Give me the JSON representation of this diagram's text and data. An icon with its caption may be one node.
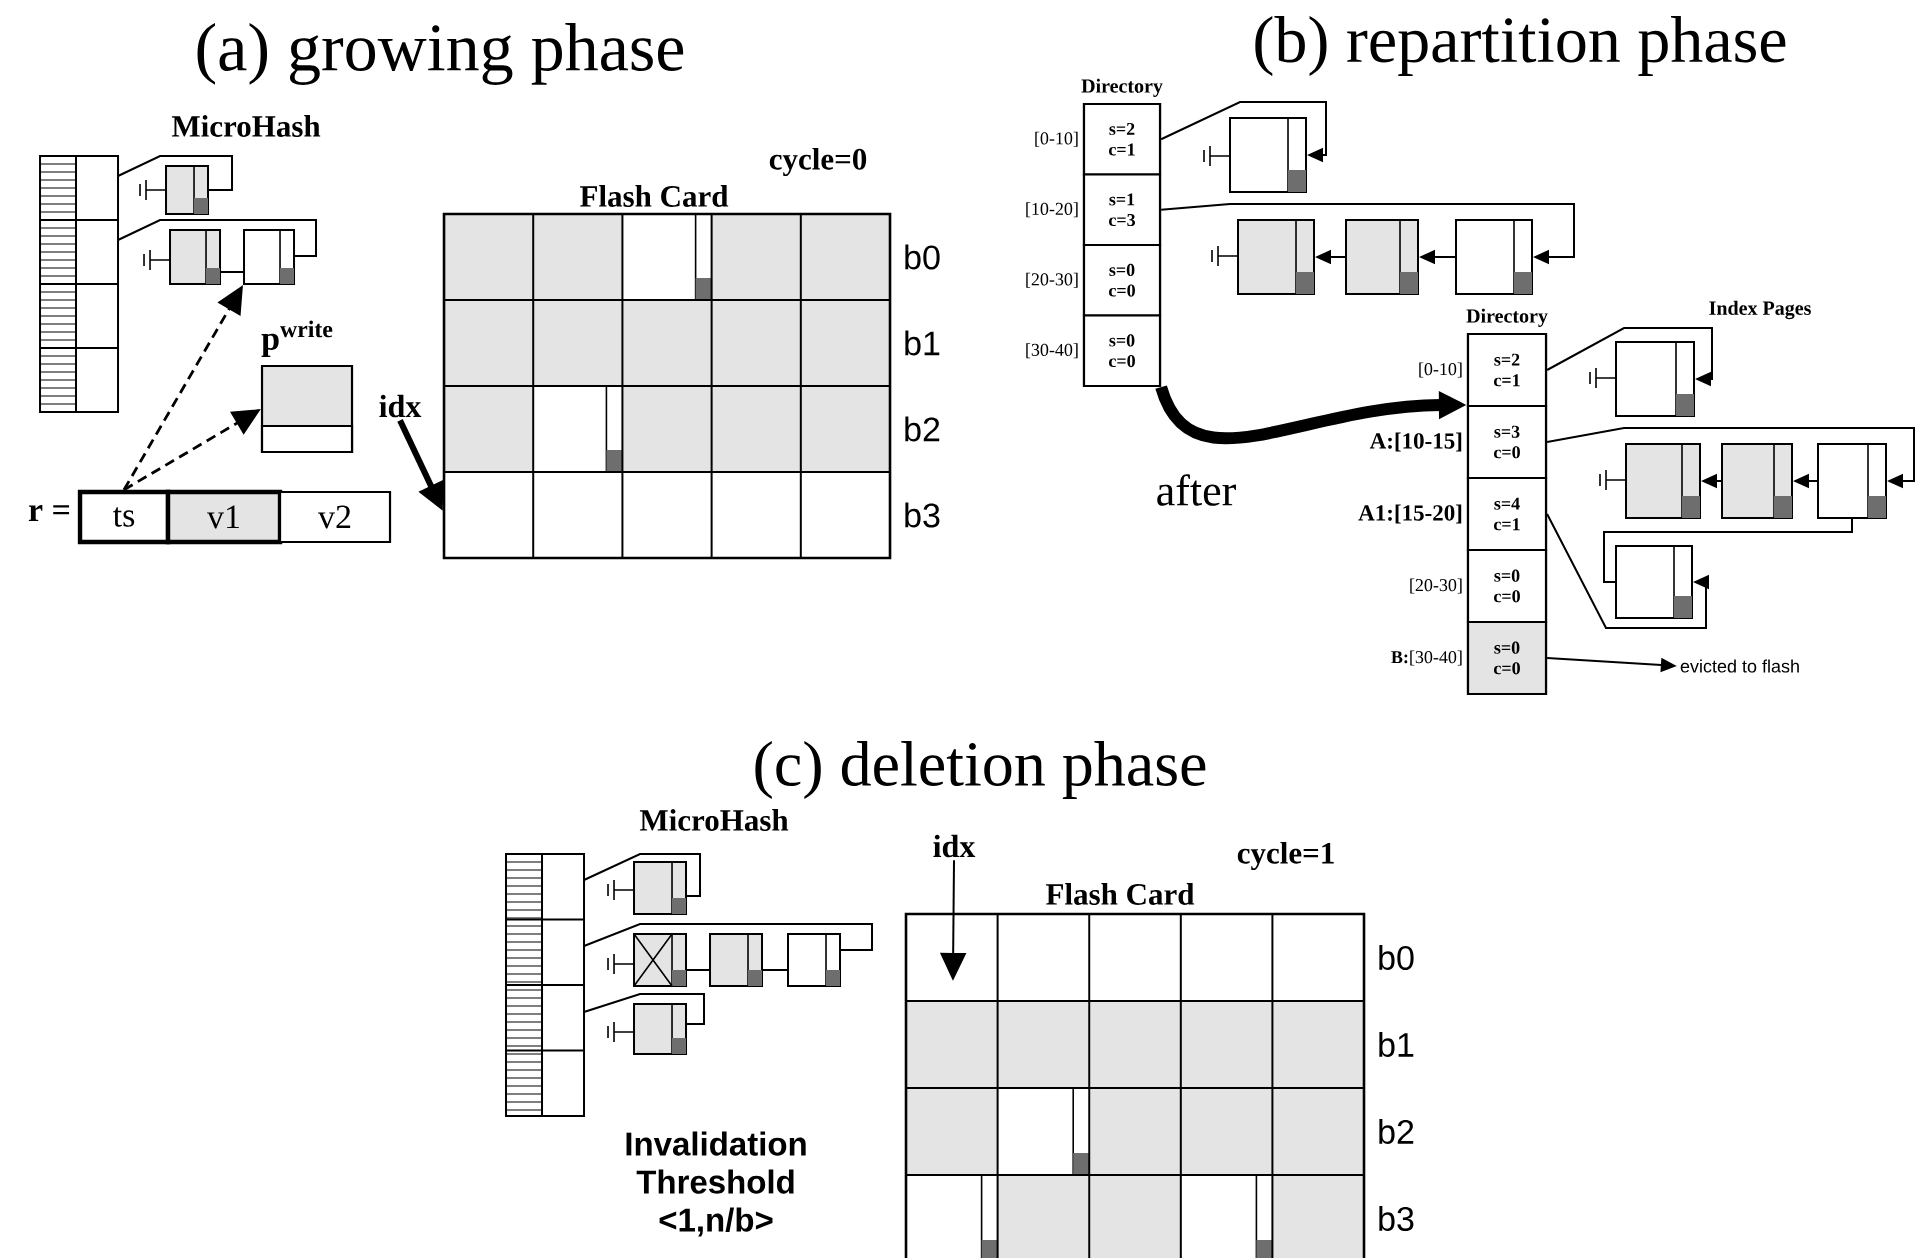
{
  "diagram": {
    "nodes": [
      {
        "text": [],
        "shape": "box"
      },
      {
        "text": [
          "p$^{write}$"
        ]
      },
      {
        "text": [
          "idx"
        ]
      },
      {
        "text": [
          "Flash Card"
        ],
        "beside": [
          "b0",
          "b1",
          "b2",
          "b3"
        ]
      },
      {
        "text": [
          "ts"
        ],
        "beside": [
          "r ="
        ]
      },
      {
        "text": [
          "v1"
        ]
      },
      {
        "text": [
          "v2"
        ]
      },
      {
        "text": [
          "Directory"
        ]
      },
      {
        "text": [
          "s=2 c=1"
        ],
        "in": 7,
        "beside": [
          "[0-10]"
        ]
      },
      {
        "text": [
          "s=1 c=3"
        ],
        "in": 7,
        "beside": [
          "[10-20]"
        ]
      },
      {
        "text": [
          "s=0 c=0"
        ],
        "in": 7,
        "beside": [
          "[20-30]"
        ]
      },
      {
        "text": [
          "s=0 c=0"
        ],
        "in": 7,
        "beside": [
          "[30-40]"
        ]
      },
      {
        "text": [],
        "shape": "box"
      },
      {
        "text": [],
        "shape": "box"
      },
      {
        "text": [],
        "shape": "box"
      },
      {
        "text": [],
        "shape": "box"
      },
      {
        "text": [
          "Directory"
        ]
      },
      {
        "text": [
          "s=2 c=1"
        ],
        "in": 16,
        "beside": [
          "[0-10]"
        ]
      },
      {
        "text": [
          "s=3 c=0"
        ],
        "in": 16,
        "beside": [
          "**A:[10-15]**"
        ]
      },
      {
        "text": [
          "s=4 c=1"
        ],
        "in": 16,
        "beside": [
          "**A1:[15-20]**"
        ]
      },
      {
        "text": [
          "s=0 c=0"
        ],
        "in": 16,
        "beside": [
          "[20-30]"
        ]
      },
      {
        "text": [
          "s=0 c=0"
        ],
        "in": 16,
        "beside": [
          "**B:**[30-40]"
        ]
      },
      {
        "text": [],
        "shape": "box"
      },
      {
        "text": [],
        "shape": "box"
      },
      {
        "text": [],
        "shape": "box"
      },
      {
        "text": [],
        "shape": "box"
      },
      {
        "text": [],
        "shape": "box"
      },
      {
        "text": [
          "evicted to flash"
        ]
      },
      {
        "text": [
          "idx"
        ]
      },
      {
        "text": [
          "Flash Card"
        ],
        "beside": [
          "b0",
          "b1",
          "b2",
          "b3"
        ]
      }
    ],
    "edges": [
      {
        "from": 4,
        "to": 0,
        "arrow": "to",
        "style": "dashed"
      },
      {
        "from": 4,
        "to": 1,
        "arrow": "to",
        "style": "dashed"
      },
      {
        "from": 2,
        "to": 3,
        "arrow": "to",
        "style": "thick"
      },
      {
        "from": 8,
        "to": 12,
        "arrow": "to"
      },
      {
        "from": 9,
        "to": 15,
        "arrow": "to"
      },
      {
        "from": 15,
        "to": 14,
        "arrow": "to"
      },
      {
        "from": 14,
        "to": 13,
        "arrow": "to"
      },
      {
        "from": 7,
        "to": 16,
        "arrow": "to",
        "style": "thick",
        "label": "after"
      },
      {
        "from": 17,
        "to": 22,
        "arrow": "to"
      },
      {
        "from": 18,
        "to": 25,
        "arrow": "to"
      },
      {
        "from": 25,
        "to": 24,
        "arrow": "to"
      },
      {
        "from": 24,
        "to": 23,
        "arrow": "to"
      },
      {
        "from": 19,
        "to": 26,
        "arrow": "to"
      },
      {
        "from": 21,
        "to": 27,
        "arrow": "to"
      },
      {
        "from": 28,
        "to": 29,
        "arrow": "to"
      },
      {
        "from": 25,
        "to": 26,
        "arrow": "none"
      }
    ],
    "labels": [
      "(a) growing phase",
      "MicroHash",
      "cycle=0",
      "(b) repartition phase",
      "Index Pages",
      "(c) deletion phase",
      "MicroHash",
      "cycle=1",
      "Invalidation Threshold <1,n/b>"
    ]
  }
}
